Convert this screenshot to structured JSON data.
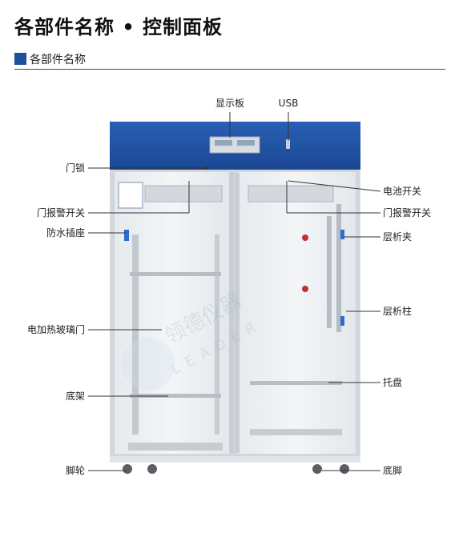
{
  "page": {
    "title": "各部件名称 • 控制面板",
    "section_title": "各部件名称"
  },
  "labels": {
    "display_board": "显示板",
    "usb": "USB",
    "door_lock": "门锁",
    "door_alarm_switch_left": "门报警开关",
    "waterproof_socket": "防水插座",
    "heated_glass_door": "电加热玻璃门",
    "bottom_rack": "底架",
    "caster": "脚轮",
    "battery_switch": "电池开关",
    "door_alarm_switch_right": "门报警开关",
    "shelf_clip": "层析夹",
    "shelf_column": "层析柱",
    "tray": "托盘",
    "foot": "底脚"
  },
  "watermark": {
    "text_cn": "领德仪器",
    "text_en": "LEADER"
  },
  "colors": {
    "accent": "#1e4f9e",
    "cabinet_top": "#1f52a5",
    "frame": "#d9dde2",
    "glass": "#eef1f4"
  }
}
